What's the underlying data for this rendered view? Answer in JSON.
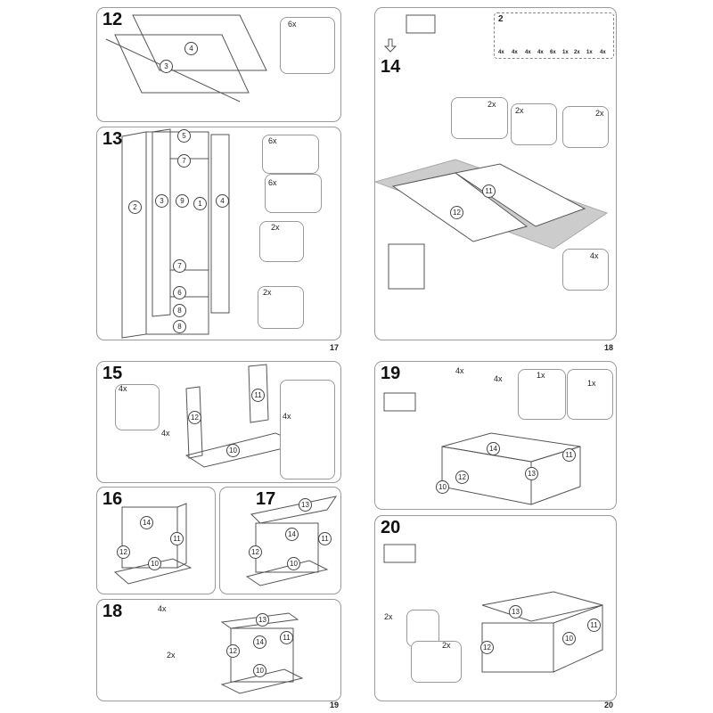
{
  "page_numbers": {
    "top_left": "17",
    "top_right": "18",
    "bottom_left": "19",
    "bottom_right": "20"
  },
  "steps": {
    "s12": {
      "number": "12",
      "qty": [
        "6x"
      ],
      "parts": [
        "4",
        "3"
      ]
    },
    "s13": {
      "number": "13",
      "qty": [
        "6x",
        "6x",
        "2x",
        "2x"
      ],
      "parts": [
        "5",
        "7",
        "2",
        "3",
        "9",
        "1",
        "4",
        "7",
        "6",
        "8",
        "8"
      ]
    },
    "s14": {
      "number": "14",
      "qty": [
        "2x",
        "2x",
        "2x",
        "4x"
      ],
      "parts": [
        "11",
        "12"
      ],
      "legend": {
        "number": "2",
        "counts": [
          "4x",
          "4x",
          "4x",
          "4x",
          "6x",
          "1x",
          "2x",
          "1x",
          "4x"
        ]
      }
    },
    "s15": {
      "number": "15",
      "qty": [
        "4x",
        "4x",
        "4x"
      ],
      "parts": [
        "11",
        "12",
        "10"
      ]
    },
    "s16": {
      "number": "16",
      "parts": [
        "14",
        "11",
        "12",
        "10"
      ]
    },
    "s17": {
      "number": "17",
      "parts": [
        "13",
        "14",
        "11",
        "12",
        "10"
      ]
    },
    "s18": {
      "number": "18",
      "qty": [
        "4x",
        "2x"
      ],
      "parts": [
        "13",
        "14",
        "11",
        "12",
        "10"
      ]
    },
    "s19": {
      "number": "19",
      "qty": [
        "4x",
        "4x",
        "1x",
        "1x"
      ],
      "parts": [
        "14",
        "13",
        "11",
        "12",
        "10"
      ]
    },
    "s20": {
      "number": "20",
      "qty": [
        "2x",
        "2x"
      ],
      "parts": [
        "13",
        "11",
        "12",
        "10"
      ]
    }
  }
}
